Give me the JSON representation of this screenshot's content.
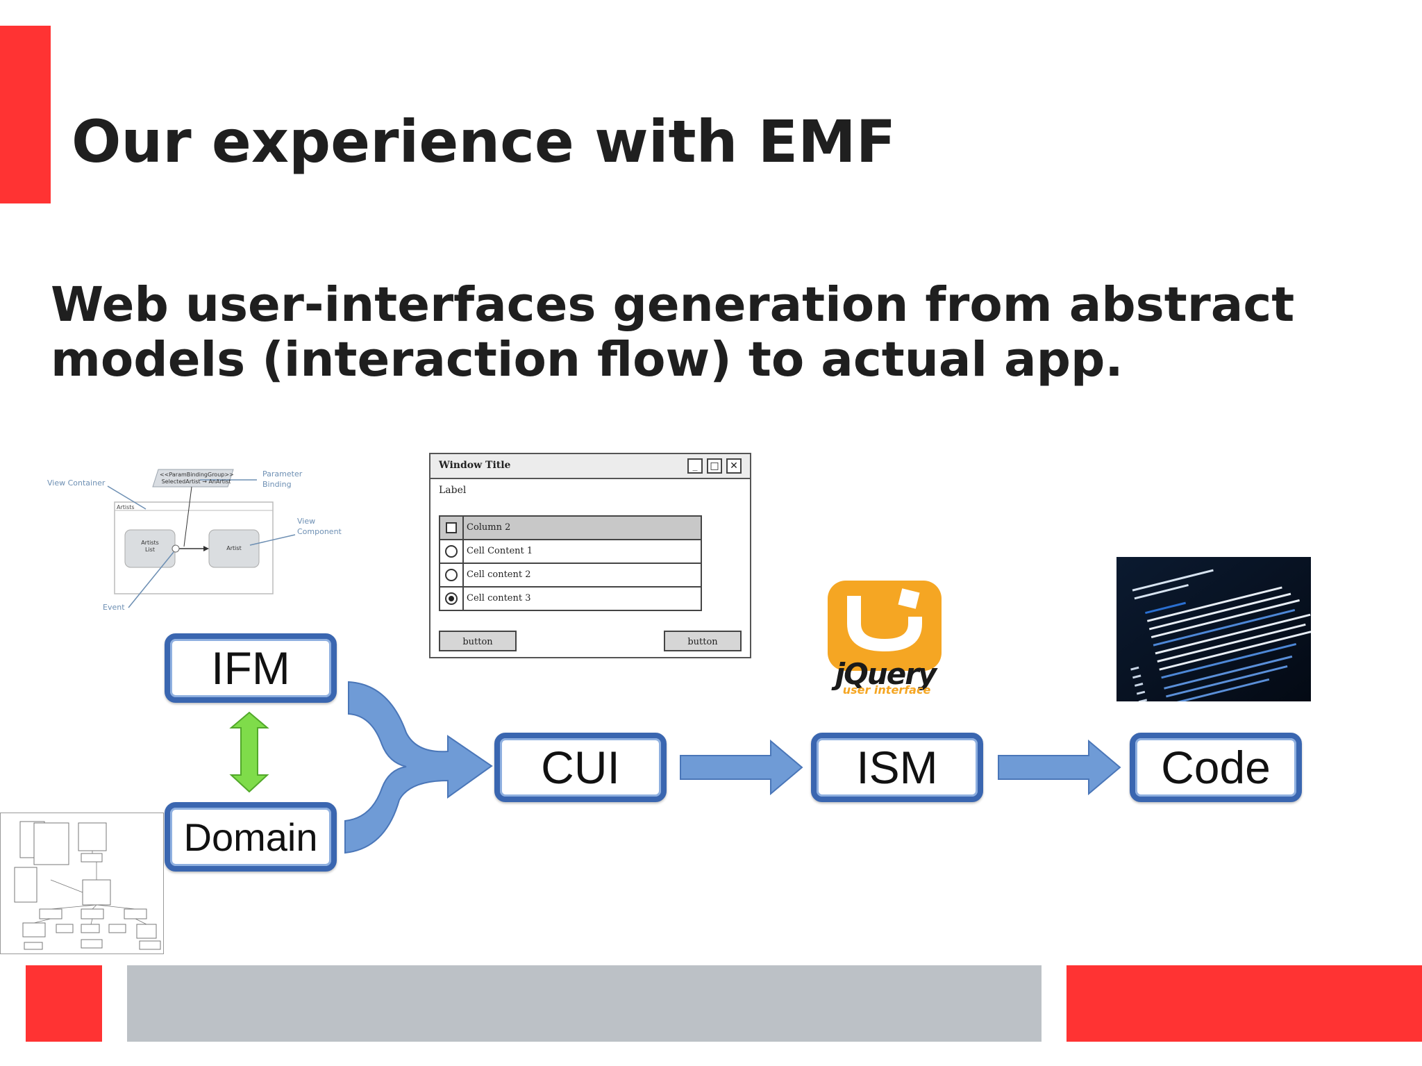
{
  "slide": {
    "title": "Our experience with EMF",
    "subtitle_line1": "Web user-interfaces generation from abstract",
    "subtitle_line2": "models (interaction flow) to actual app."
  },
  "flow": {
    "ifm": "IFM",
    "domain": "Domain",
    "cui": "CUI",
    "ism": "ISM",
    "code": "Code"
  },
  "ifml_sketch": {
    "param_group": "<<ParamBindingGroup>>",
    "param_binding": "SelectedArtist → AnArtist",
    "view_container": "View Container",
    "parameter_binding": "Parameter Binding",
    "container_label": "Artists",
    "artists_list": "Artists List",
    "artist": "Artist",
    "view_component": "View Component",
    "event": "Event"
  },
  "mock_window": {
    "title": "Window Title",
    "label": "Label",
    "header": "Column 2",
    "rows": [
      "Cell Content 1",
      "Cell content 2",
      "Cell content 3"
    ],
    "button_left": "button",
    "button_right": "button"
  },
  "jquery_logo": {
    "wordmark": "jQuery",
    "tagline": "user interface"
  },
  "colors": {
    "accent_red": "#ff3333",
    "footer_gray": "#bcc1c6",
    "box_blue": "#3a66b0",
    "arrow_blue": "#6f9bd6",
    "green_arrow": "#7fdc4a",
    "jquery_orange": "#f5a623"
  }
}
